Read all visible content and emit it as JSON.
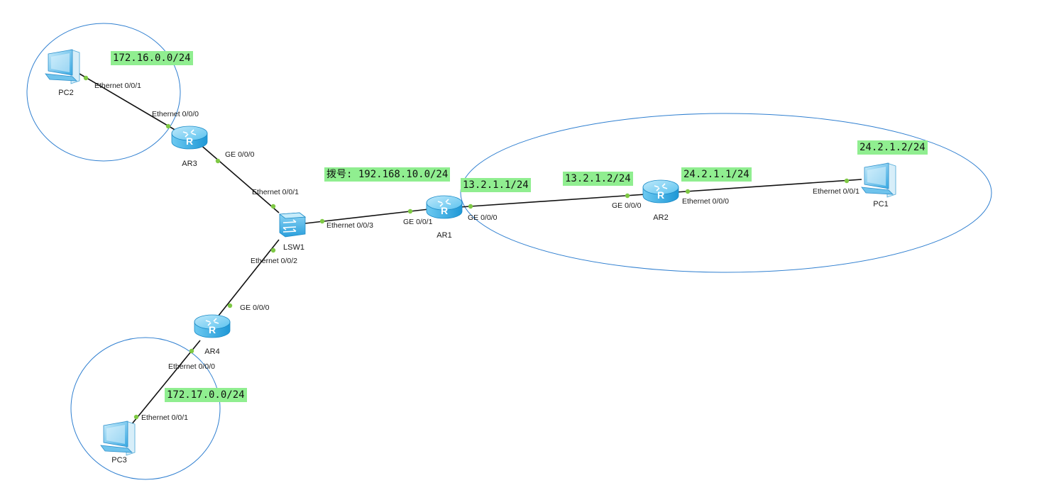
{
  "devices": {
    "pc2": "PC2",
    "pc1": "PC1",
    "pc3": "PC3",
    "ar3": "AR3",
    "ar1": "AR1",
    "ar2": "AR2",
    "ar4": "AR4",
    "lsw1": "LSW1"
  },
  "ports": {
    "pc2_eth": "Ethernet 0/0/1",
    "ar3_eth": "Ethernet 0/0/0",
    "ar3_ge": "GE 0/0/0",
    "lsw1_e1": "Ethernet 0/0/1",
    "lsw1_e3": "Ethernet 0/0/3",
    "lsw1_e2": "Ethernet 0/0/2",
    "ar1_ge1": "GE 0/0/1",
    "ar1_ge0": "GE 0/0/0",
    "ar2_ge": "GE 0/0/0",
    "ar2_eth": "Ethernet 0/0/0",
    "pc1_eth": "Ethernet 0/0/1",
    "ar4_ge": "GE 0/0/0",
    "ar4_eth": "Ethernet 0/0/0",
    "pc3_eth": "Ethernet 0/0/1"
  },
  "networks": {
    "pc2_net": "172.16.0.0/24",
    "dial_net": "拨号: 192.168.10.0/24",
    "ar1_ip": "13.2.1.1/24",
    "ar2_ip": "13.2.1.2/24",
    "ar2_eth_ip": "24.2.1.1/24",
    "pc1_ip": "24.2.1.2/24",
    "pc3_net": "172.17.0.0/24"
  },
  "colors": {
    "label_bg": "#90ee90",
    "area_circle": "#2f7fd0",
    "port_dot": "#7ec844",
    "device_blue": "#3fb8ee"
  }
}
